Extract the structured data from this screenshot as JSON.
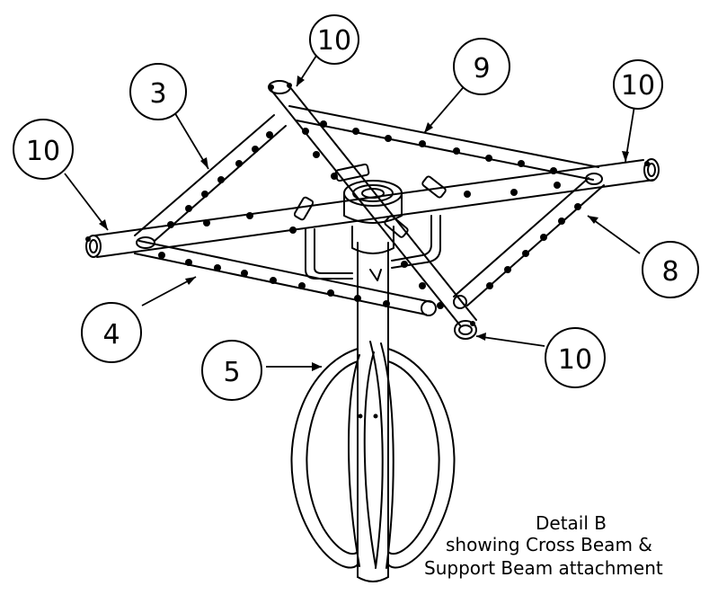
{
  "callouts": {
    "c10_top": "10",
    "c9": "9",
    "c10_right": "10",
    "c3": "3",
    "c10_left": "10",
    "c8": "8",
    "c4": "4",
    "c5": "5",
    "c10_bottom": "10"
  },
  "detail": {
    "title": "Detail B",
    "line1": "showing Cross Beam &",
    "line2": "Support Beam attachment"
  },
  "colors": {
    "ink": "#000000",
    "paper": "#ffffff"
  }
}
